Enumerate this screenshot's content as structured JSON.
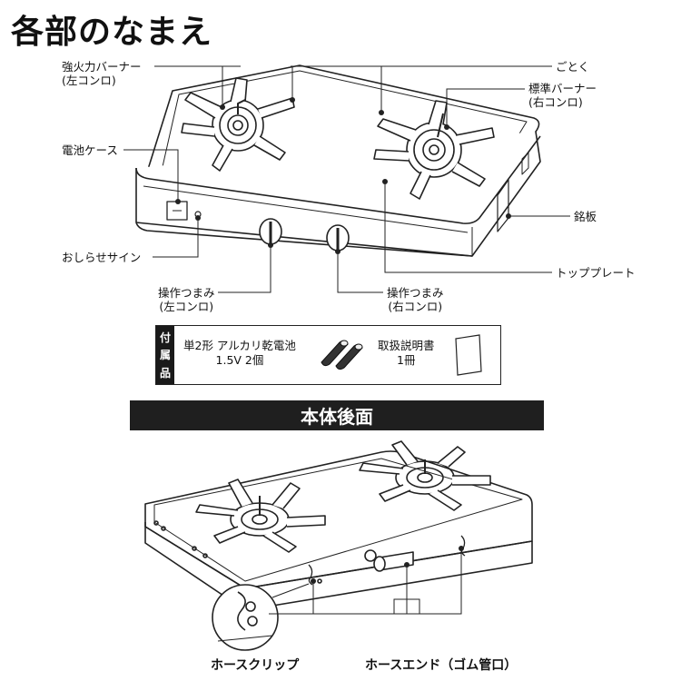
{
  "page": {
    "title": "各部のなまえ"
  },
  "front_labels": {
    "strong_burner_line1": "強火力バーナー",
    "strong_burner_line2": "(左コンロ)",
    "trivet": "ごとく",
    "standard_burner_line1": "標準バーナー",
    "standard_burner_line2": "(右コンロ)",
    "battery_case": "電池ケース",
    "nameplate": "銘板",
    "notice_sign": "おしらせサイン",
    "top_plate": "トッププレート",
    "knob_left_line1": "操作つまみ",
    "knob_left_line2": "(左コンロ)",
    "knob_right_line1": "操作つまみ",
    "knob_right_line2": "(右コンロ)"
  },
  "accessories": {
    "tag_chars": [
      "付",
      "属",
      "品"
    ],
    "battery_line1": "単2形 アルカリ乾電池",
    "battery_line2": "1.5V 2個",
    "manual_line1": "取扱説明書",
    "manual_line2": "1冊"
  },
  "rear": {
    "banner": "本体後面",
    "hose_clip": "ホースクリップ",
    "hose_end": "ホースエンド（ゴム管口）"
  }
}
